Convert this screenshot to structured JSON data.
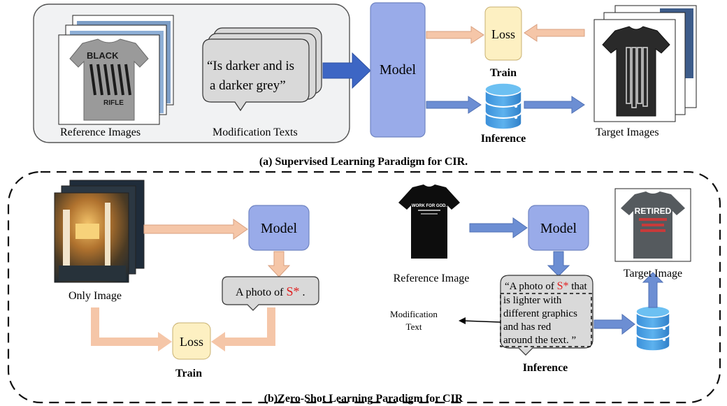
{
  "panel_a": {
    "caption": "(a) Supervised Learning Paradigm for CIR.",
    "reference_images_label": "Reference Images",
    "modification_texts_label": "Modification Texts",
    "modification_text_line1": "“Is darker and is",
    "modification_text_line2": "a darker grey”",
    "shirt_text_top": "BLACK",
    "shirt_text_bottom": "RIFLE",
    "model_label": "Model",
    "loss_label": "Loss",
    "train_label": "Train",
    "inference_label": "Inference",
    "target_images_label": "Target Images"
  },
  "panel_b": {
    "caption": "(b)Zero-Shot Learning Paradigm for CIR",
    "only_image_label": "Only Image",
    "model_label_left": "Model",
    "prompt_prefix": "A photo of ",
    "prompt_token": "S*",
    "prompt_suffix": " .",
    "loss_label": "Loss",
    "train_label": "Train",
    "reference_image_label": "Reference Image",
    "shirt_text_work": "WORK FOR GOD.",
    "model_label_right": "Model",
    "mod_text_line1_prefix": "“A photo of ",
    "mod_text_token": "S*",
    "mod_text_line1_suffix": " that",
    "mod_text_line2": "is lighter with",
    "mod_text_line3": "different graphics",
    "mod_text_line4": "and has  red",
    "mod_text_line5": "around the text. ”",
    "modification_text_label_line1": "Modification",
    "modification_text_label_line2": "Text",
    "inference_label": "Inference",
    "target_image_label": "Target Image",
    "target_shirt_text": "RETIRED"
  },
  "colors": {
    "model_fill": "#99abe9",
    "loss_fill": "#fdf0c2",
    "arrow_blue": "#6c8ed3",
    "arrow_peach": "#f5c6a8",
    "token_red": "#e02020",
    "panel_fill": "#f1f2f3",
    "bubble_fill": "#d9d9d9"
  }
}
